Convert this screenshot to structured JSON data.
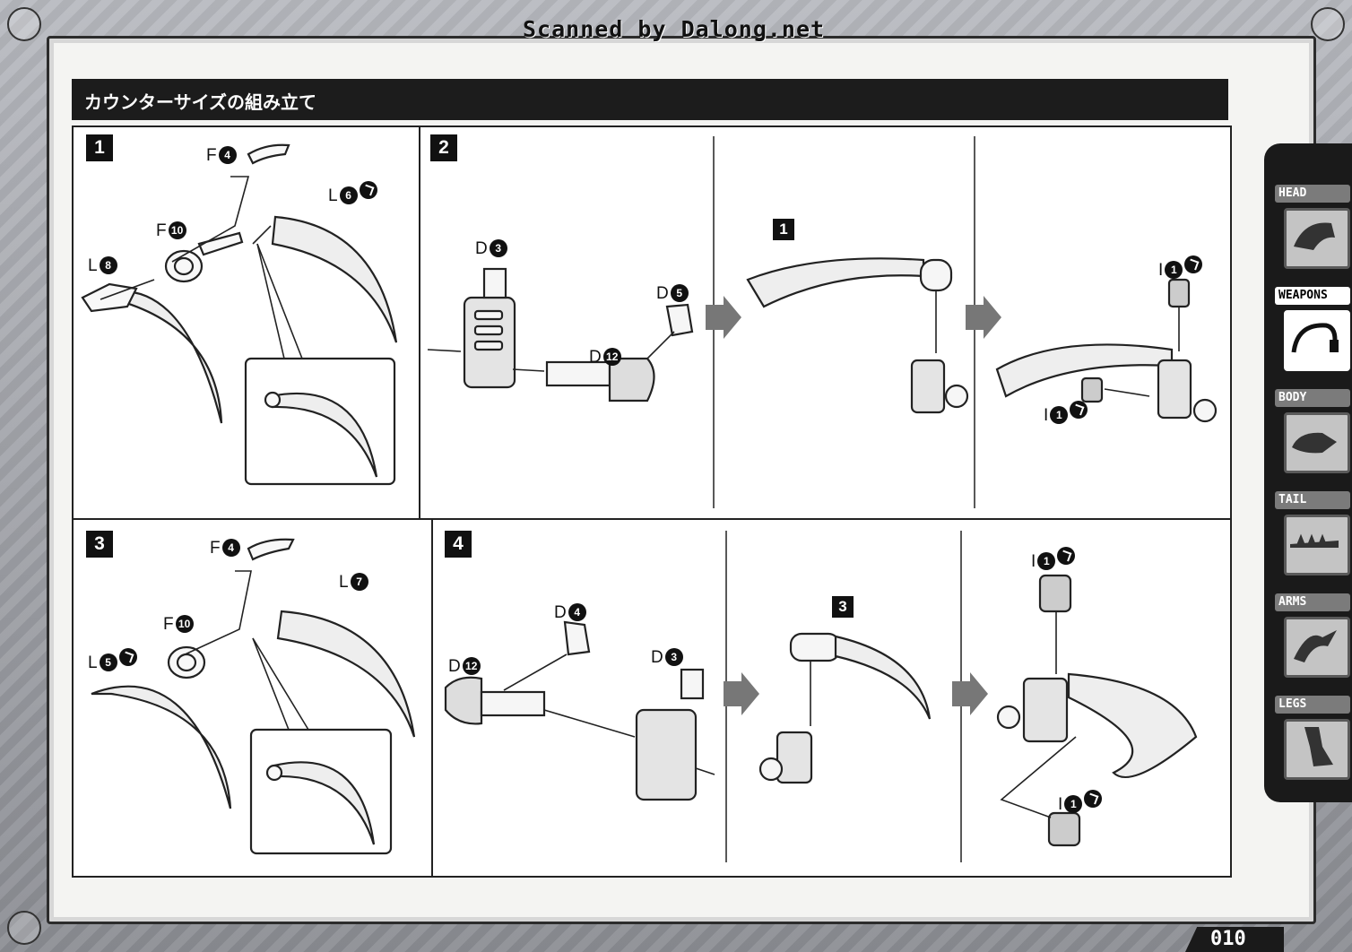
{
  "watermark": "Scanned by Dalong.net",
  "section_title": "カウンターサイズの組み立て",
  "steps": {
    "s1": {
      "badge": "1"
    },
    "s2": {
      "badge": "2",
      "sub1": "1"
    },
    "s3": {
      "badge": "3"
    },
    "s4": {
      "badge": "4",
      "sub3": "3"
    }
  },
  "labels": {
    "s1": [
      {
        "letter": "F",
        "num": "4"
      },
      {
        "letter": "L",
        "num": "6"
      },
      {
        "letter": "F",
        "num": "10"
      },
      {
        "letter": "L",
        "num": "8"
      }
    ],
    "s2": [
      {
        "letter": "D",
        "num": "3"
      },
      {
        "letter": "D",
        "num": "5"
      },
      {
        "letter": "D",
        "num": "12"
      },
      {
        "letter": "I",
        "num": "1"
      },
      {
        "letter": "I",
        "num": "1"
      }
    ],
    "s3": [
      {
        "letter": "F",
        "num": "4"
      },
      {
        "letter": "L",
        "num": "7"
      },
      {
        "letter": "F",
        "num": "10"
      },
      {
        "letter": "L",
        "num": "5"
      }
    ],
    "s4": [
      {
        "letter": "D",
        "num": "4"
      },
      {
        "letter": "D",
        "num": "12"
      },
      {
        "letter": "D",
        "num": "3"
      },
      {
        "letter": "I",
        "num": "1"
      },
      {
        "letter": "I",
        "num": "1"
      }
    ]
  },
  "sidebar": {
    "tabs": [
      {
        "label": "HEAD",
        "icon": "head-icon",
        "active": false
      },
      {
        "label": "WEAPONS",
        "icon": "weapons-icon",
        "active": true
      },
      {
        "label": "BODY",
        "icon": "body-icon",
        "active": false
      },
      {
        "label": "TAIL",
        "icon": "tail-icon",
        "active": false
      },
      {
        "label": "ARMS",
        "icon": "arms-icon",
        "active": false
      },
      {
        "label": "LEGS",
        "icon": "legs-icon",
        "active": false
      }
    ]
  },
  "page_number": "010",
  "colors": {
    "ink": "#111111",
    "panel": "#f4f4f2",
    "sidebar": "#1a1a1a"
  }
}
